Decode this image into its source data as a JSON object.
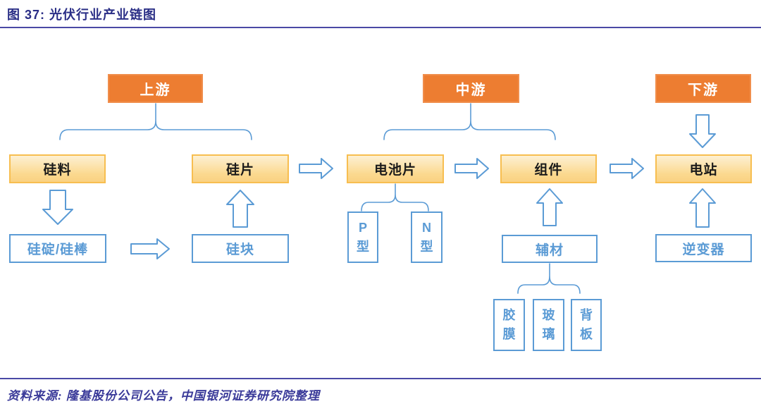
{
  "figure": {
    "title": "图 37: 光伏行业产业链图",
    "source": "资料来源: 隆基股份公司公告，中国银河证券研究院整理"
  },
  "colors": {
    "stage_orange": "#ED7D31",
    "node_yellow_top": "#FDF0D3",
    "node_yellow_bottom": "#FAD182",
    "node_yellow_border": "#F7BE50",
    "line_blue": "#5B9BD5",
    "title_navy": "#2A2E86",
    "divider_indigo": "#4A49A5"
  },
  "diagram": {
    "stages": [
      {
        "id": "upstream",
        "label": "上游"
      },
      {
        "id": "midstream",
        "label": "中游"
      },
      {
        "id": "downstream",
        "label": "下游"
      }
    ],
    "main_nodes": [
      {
        "id": "silicon-material",
        "label": "硅料"
      },
      {
        "id": "silicon-wafer",
        "label": "硅片"
      },
      {
        "id": "cell",
        "label": "电池片"
      },
      {
        "id": "module",
        "label": "组件"
      },
      {
        "id": "power-station",
        "label": "电站"
      }
    ],
    "sub_nodes": [
      {
        "id": "ingot-rod",
        "label": "硅碇/硅棒"
      },
      {
        "id": "silicon-block",
        "label": "硅块"
      },
      {
        "id": "p-type",
        "label": [
          "P",
          "型"
        ]
      },
      {
        "id": "n-type",
        "label": [
          "N",
          "型"
        ]
      },
      {
        "id": "auxiliary",
        "label": "辅材"
      },
      {
        "id": "inverter",
        "label": "逆变器"
      },
      {
        "id": "film",
        "label": [
          "胶",
          "膜"
        ]
      },
      {
        "id": "glass",
        "label": [
          "玻",
          "璃"
        ]
      },
      {
        "id": "backsheet",
        "label": [
          "背",
          "板"
        ]
      }
    ],
    "flows": [
      "硅料→硅碇/硅棒",
      "硅碇/硅棒→硅块",
      "硅块→硅片",
      "硅片→电池片",
      "电池片→组件",
      "组件→电站",
      "辅材→组件",
      "下游→电站",
      "逆变器→电站",
      "上游⊃{硅料,硅片}",
      "中游⊃{电池片,组件}",
      "电池片⊃{P型,N型}",
      "辅材⊃{胶膜,玻璃,背板}"
    ]
  }
}
